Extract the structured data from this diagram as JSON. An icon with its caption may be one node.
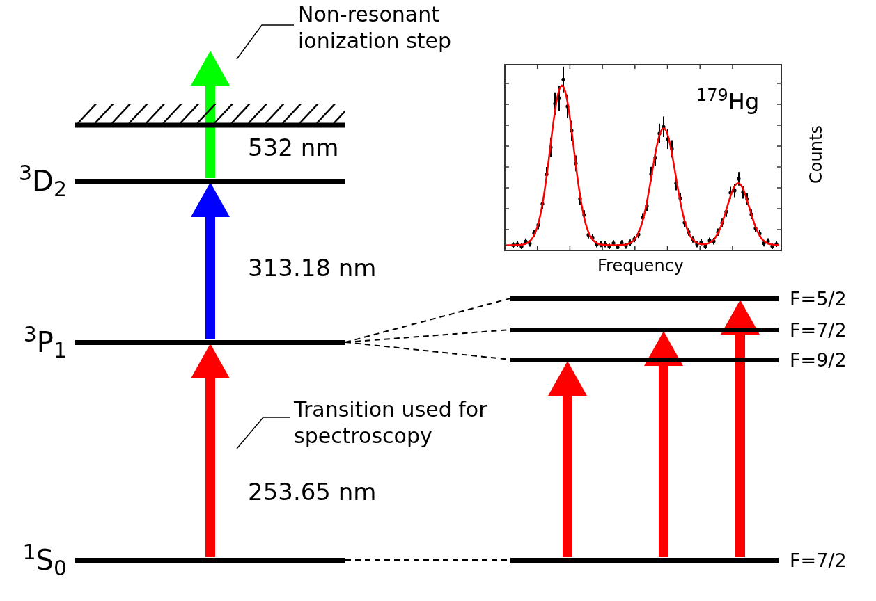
{
  "diagram": {
    "nodes": [
      {
        "text": [],
        "shape": "bar"
      },
      {
        "text": [
          "$^{3}$D$_{2}$"
        ]
      },
      {
        "text": [
          "$^{3}$P$_{1}$"
        ]
      },
      {
        "text": [
          "$^{1}$S$_{0}$"
        ]
      },
      {
        "text": [
          "F=5/2"
        ]
      },
      {
        "text": [
          "F=7/2"
        ]
      },
      {
        "text": [
          "F=9/2"
        ]
      },
      {
        "text": [
          "F=7/2"
        ]
      },
      {
        "text": [
          "Non-resonant ionization step"
        ]
      },
      {
        "text": [
          "Transition used for spectroscopy"
        ]
      }
    ],
    "edges": [
      {
        "from": 1,
        "to": 0,
        "arrow": "to",
        "label": "532 nm",
        "style": "thick",
        "color": "#00ff00"
      },
      {
        "from": 2,
        "to": 1,
        "arrow": "to",
        "label": "313.18 nm",
        "style": "thick",
        "color": "#0000ff"
      },
      {
        "from": 3,
        "to": 2,
        "arrow": "to",
        "label": "253.65 nm",
        "style": "thick",
        "color": "#ff0000"
      },
      {
        "from": 2,
        "to": 4,
        "arrow": "none",
        "style": "dashed",
        "color": "#000000"
      },
      {
        "from": 2,
        "to": 5,
        "arrow": "none",
        "style": "dashed",
        "color": "#000000"
      },
      {
        "from": 2,
        "to": 6,
        "arrow": "none",
        "style": "dashed",
        "color": "#000000"
      },
      {
        "from": 3,
        "to": 7,
        "arrow": "none",
        "style": "dashed",
        "color": "#000000"
      },
      {
        "from": 7,
        "to": 6,
        "arrow": "to",
        "style": "thick",
        "color": "#ff0000"
      },
      {
        "from": 7,
        "to": 5,
        "arrow": "to",
        "style": "thick",
        "color": "#ff0000"
      },
      {
        "from": 7,
        "to": 4,
        "arrow": "to",
        "style": "thick",
        "color": "#ff0000"
      },
      {
        "from": 8,
        "to": null,
        "arrow": "none",
        "color": "#000000"
      },
      {
        "from": 9,
        "to": null,
        "arrow": "none",
        "color": "#000000"
      }
    ],
    "labels": [
      "$^{179}$Hg",
      "Counts",
      "Frequency"
    ]
  }
}
